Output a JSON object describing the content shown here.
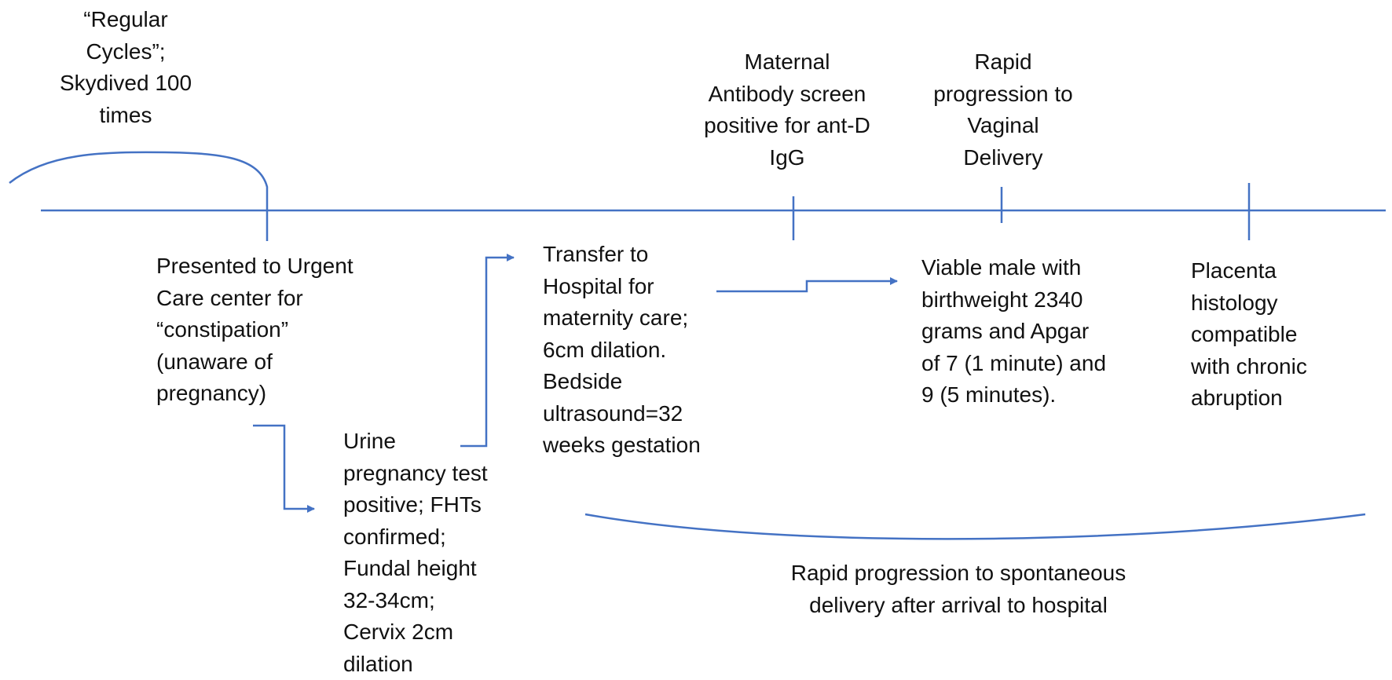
{
  "colors": {
    "line": "#4472C4",
    "text": "#111111",
    "background": "#ffffff"
  },
  "labels": {
    "top_left": "“Regular\nCycles”;\nSkydived 100\ntimes",
    "antibody": "Maternal\nAntibody screen\npositive for ant-D\nIgG",
    "rapid_vaginal": "Rapid\nprogression to\nVaginal\nDelivery",
    "urgent_care": "Presented to Urgent\nCare center for\n“constipation”\n(unaware of\npregnancy)",
    "urine_test": "Urine\npregnancy test\npositive; FHTs\nconfirmed;\nFundal height\n32-34cm;\nCervix 2cm\ndilation",
    "transfer": "Transfer to\nHospital for\nmaternity care;\n6cm dilation.\nBedside\nultrasound=32\nweeks gestation",
    "viable_male": "Viable male with\nbirthweight 2340\ngrams and Apgar\nof 7 (1 minute) and\n9 (5 minutes).",
    "placenta": "Placenta\nhistology\ncompatible\nwith chronic\nabruption",
    "bottom_bracket": "Rapid progression to spontaneous\ndelivery after arrival to hospital"
  }
}
